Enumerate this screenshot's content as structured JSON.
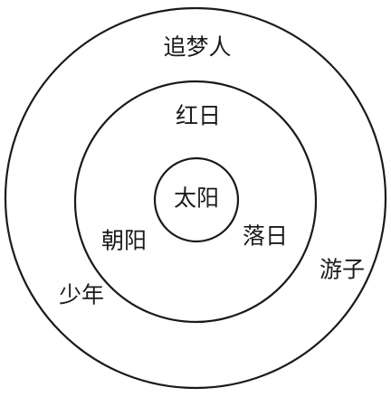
{
  "labels": {
    "center": "太阳",
    "middle_top": "红日",
    "middle_left": "朝阳",
    "middle_right": "落日",
    "outer_top": "追梦人",
    "outer_left": "少年",
    "outer_right": "游子"
  },
  "colors": {
    "line": "#1a1a1a",
    "text": "#1a1a1a",
    "background": "#ffffff"
  }
}
